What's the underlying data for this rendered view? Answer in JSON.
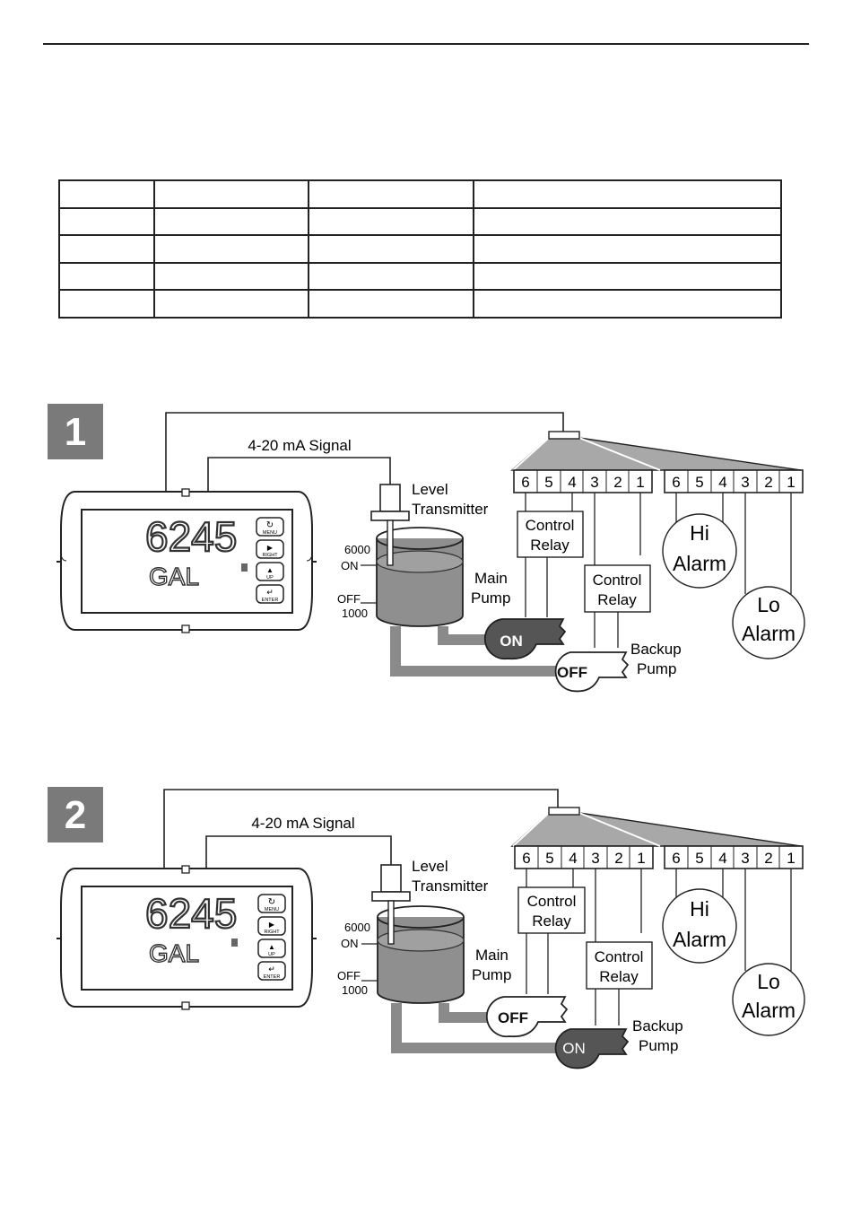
{
  "table": {
    "rows": 5,
    "cols": 4
  },
  "diagrams": [
    {
      "step": "1",
      "signal_label": "4-20 mA Signal",
      "meter": {
        "reading": "6245",
        "units": "GAL",
        "buttons": [
          "MENU",
          "RIGHT",
          "UP",
          "ENTER"
        ]
      },
      "transmitter_label": [
        "Level",
        "Transmitter"
      ],
      "tank": {
        "upper_value": "6000",
        "upper_state": "ON",
        "lower_state": "OFF",
        "lower_value": "1000"
      },
      "main_pump": {
        "label": [
          "Main",
          "Pump"
        ],
        "state": "ON"
      },
      "backup_pump": {
        "label": [
          "Backup",
          "Pump"
        ],
        "state": "OFF"
      },
      "terminals": [
        "6",
        "5",
        "4",
        "3",
        "2",
        "1"
      ],
      "relay1_label": [
        "Control",
        "Relay"
      ],
      "relay2_label": [
        "Control",
        "Relay"
      ],
      "hi_alarm": [
        "Hi",
        "Alarm"
      ],
      "lo_alarm": [
        "Lo",
        "Alarm"
      ]
    },
    {
      "step": "2",
      "signal_label": "4-20 mA Signal",
      "meter": {
        "reading": "6245",
        "units": "GAL",
        "buttons": [
          "MENU",
          "RIGHT",
          "UP",
          "ENTER"
        ]
      },
      "transmitter_label": [
        "Level",
        "Transmitter"
      ],
      "tank": {
        "upper_value": "6000",
        "upper_state": "ON",
        "lower_state": "OFF",
        "lower_value": "1000"
      },
      "main_pump": {
        "label": [
          "Main",
          "Pump"
        ],
        "state": "OFF"
      },
      "backup_pump": {
        "label": [
          "Backup",
          "Pump"
        ],
        "state": "ON"
      },
      "terminals": [
        "6",
        "5",
        "4",
        "3",
        "2",
        "1"
      ],
      "relay1_label": [
        "Control",
        "Relay"
      ],
      "relay2_label": [
        "Control",
        "Relay"
      ],
      "hi_alarm": [
        "Hi",
        "Alarm"
      ],
      "lo_alarm": [
        "Lo",
        "Alarm"
      ]
    }
  ],
  "colors": {
    "line": "#222222",
    "pipe": "#8a8a8a",
    "badge": "#7a7a7a",
    "liquid": "#8f8f8f",
    "pump_on": "#555555",
    "wedge": "#a8a8a8"
  }
}
